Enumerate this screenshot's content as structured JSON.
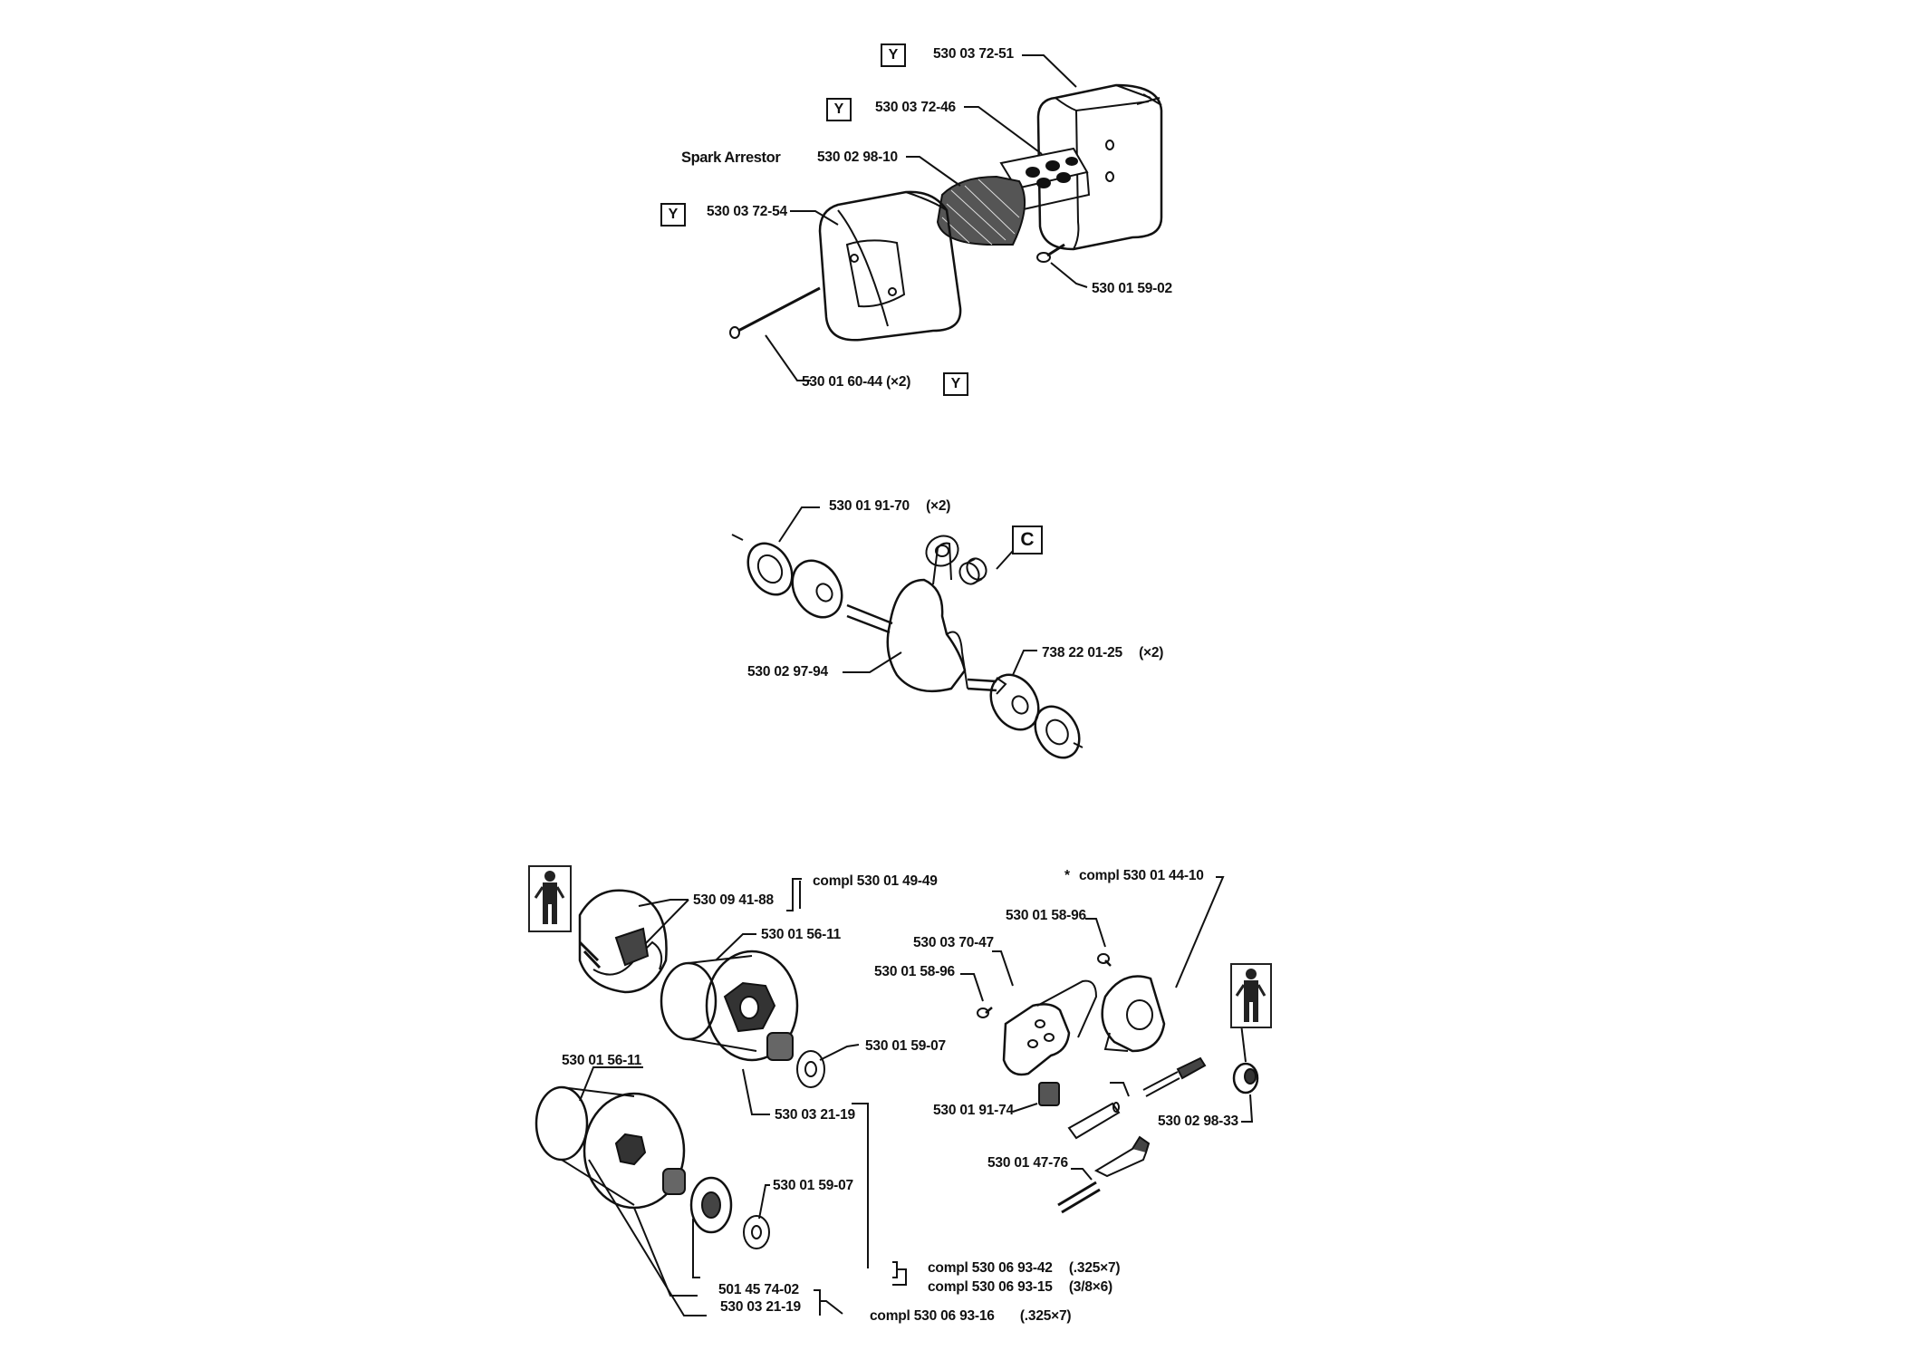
{
  "muffler": {
    "label_y_1": "Y",
    "part_cover": "530 03 72-51",
    "label_y_2": "Y",
    "part_plate": "530 03 72-46",
    "heading": "Spark Arrestor",
    "part_screen": "530 02 98-10",
    "label_y_3": "Y",
    "part_body": "530 03 72-54",
    "part_screw": "530 01 59-02",
    "part_bolt": "530 01 60-44",
    "bolt_qty": "(×2)",
    "label_y_4": "Y"
  },
  "crankshaft": {
    "part_seal": "530 01 91-70",
    "seal_qty": "(×2)",
    "label_c": "C",
    "part_crank": "530 02 97-94",
    "part_bearing": "738 22 01-25",
    "bearing_qty": "(×2)"
  },
  "clutch": {
    "part_clutch_compl": "compl 530 01 49-49",
    "part_spring": "530 09 41-88",
    "part_drum_top": "530 01 56-11",
    "part_washer_top": "530 01 59-07",
    "part_needle_top": "530 03 21-19",
    "part_drum_bottom": "530 01 56-11",
    "part_washer_bottom": "530 01 59-07",
    "part_rim": "501 45 74-02",
    "part_needle_bottom": "530 03 21-19",
    "part_drum_compl_1": "compl 530 06 93-42",
    "drum_spec_1": "(.325×7)",
    "part_drum_compl_2": "compl 530 06 93-15",
    "drum_spec_2": "(3/8×6)",
    "part_drum_compl_3": "compl 530 06 93-16",
    "drum_spec_3": "(.325×7)"
  },
  "oilpump": {
    "part_pump_compl": "compl 530 01 44-10",
    "pump_marker": "*",
    "part_screw_a": "530 01 58-96",
    "part_plate": "530 03 70-47",
    "part_screw_b": "530 01 58-96",
    "part_clip": "530 01 91-74",
    "part_gear": "530 02 98-33",
    "part_adjuster": "530 01 47-76"
  }
}
